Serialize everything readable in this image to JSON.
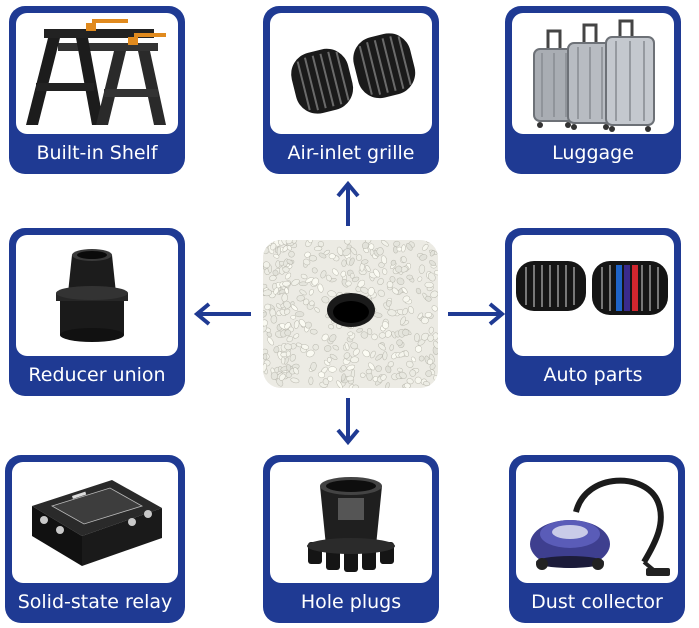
{
  "center": {
    "icon": "pellets-image"
  },
  "cards": [
    {
      "id": "built-in-shelf",
      "label": "Built-in Shelf",
      "icon": "sawhorse-image"
    },
    {
      "id": "air-inlet-grille",
      "label": "Air-inlet grille",
      "icon": "grille-image"
    },
    {
      "id": "luggage",
      "label": "Luggage",
      "icon": "luggage-image"
    },
    {
      "id": "reducer-union",
      "label": "Reducer union",
      "icon": "reducer-image"
    },
    {
      "id": "auto-parts",
      "label": "Auto parts",
      "icon": "kidney-grille-image"
    },
    {
      "id": "solid-state-relay",
      "label": "Solid-state relay",
      "icon": "relay-image"
    },
    {
      "id": "hole-plugs",
      "label": "Hole plugs",
      "icon": "hole-plug-image"
    },
    {
      "id": "dust-collector",
      "label": "Dust collector",
      "icon": "vacuum-image"
    }
  ],
  "colors": {
    "card": "#1f3a93",
    "arrow": "#1f3a93",
    "label": "#ffffff"
  }
}
